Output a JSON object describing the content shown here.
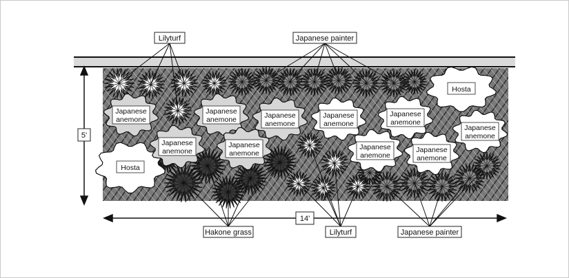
{
  "callouts": {
    "top_lilyturf": "Lilyturf",
    "top_japanese_painter": "Japanese painter",
    "bottom_hakone_grass": "Hakone grass",
    "bottom_lilyturf": "Lilyturf",
    "bottom_japanese_painter": "Japanese painter"
  },
  "dimensions": {
    "height": "5'",
    "width": "14'"
  },
  "plants": {
    "hosta_right": "Hosta",
    "hosta_left": "Hosta",
    "anemone_line1": "Japanese",
    "anemone_line2": "anemone"
  },
  "colors": {
    "bed_fill": "#6e6e6e",
    "wall_fill": "#d9d9d9",
    "ink": "#111111",
    "label_bg": "#ffffff"
  }
}
